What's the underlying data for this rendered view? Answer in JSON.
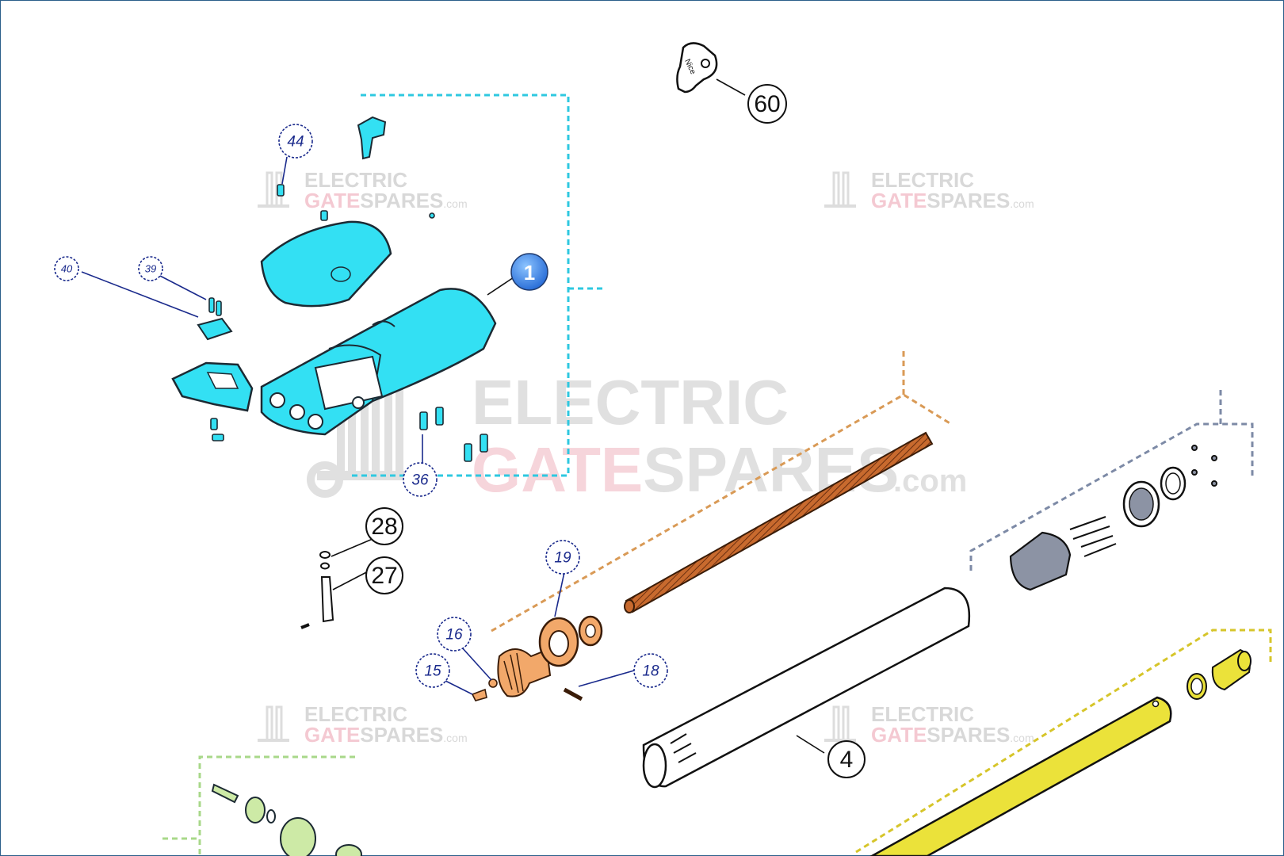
{
  "colors": {
    "cyan": "#33e0f3",
    "copper": "#c86a2e",
    "orange": "#f2a86a",
    "yellow": "#ebe23a",
    "green_light": "#cdeaa6",
    "leader_blue": "#1a2a8c",
    "dash_cyan": "#2ec8e0",
    "dash_orange": "#d99a56",
    "dash_slate": "#7d8aa6",
    "dash_yellow": "#d6c52a",
    "dash_green": "#a8d88a",
    "watermark_gray": "#c8c8c8",
    "watermark_pink": "#f0b3bf"
  },
  "watermark": {
    "line1": "ELECTRIC",
    "line2a": "GATE",
    "line2b": "SPARES",
    "suffix": ".com"
  },
  "parts": {
    "main_callout": "1",
    "callouts": [
      {
        "id": "c60",
        "label": "60",
        "style": "black"
      },
      {
        "id": "c28",
        "label": "28",
        "style": "black"
      },
      {
        "id": "c27",
        "label": "27",
        "style": "black"
      },
      {
        "id": "c4",
        "label": "4",
        "style": "black"
      },
      {
        "id": "c44",
        "label": "44",
        "style": "blue"
      },
      {
        "id": "c40",
        "label": "40",
        "style": "blue"
      },
      {
        "id": "c39",
        "label": "39",
        "style": "blue"
      },
      {
        "id": "c36",
        "label": "36",
        "style": "blue"
      },
      {
        "id": "c19",
        "label": "19",
        "style": "blue"
      },
      {
        "id": "c16",
        "label": "16",
        "style": "blue"
      },
      {
        "id": "c15",
        "label": "15",
        "style": "blue"
      },
      {
        "id": "c18",
        "label": "18",
        "style": "blue"
      }
    ],
    "key_tag_text": "Nice"
  }
}
